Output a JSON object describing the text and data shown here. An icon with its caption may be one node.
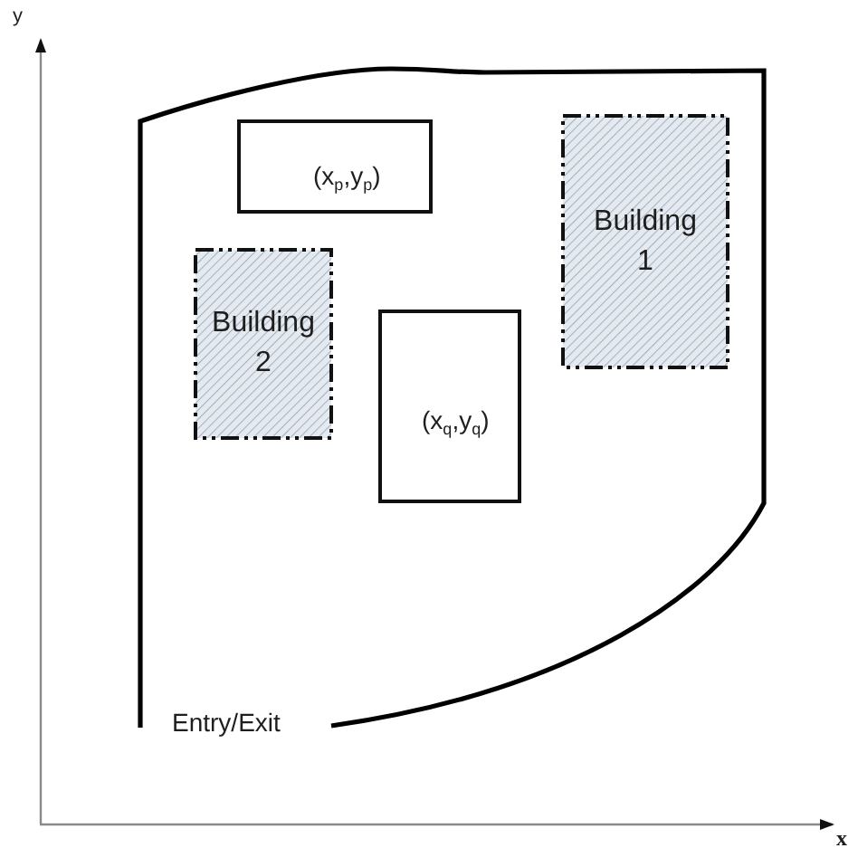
{
  "diagram": {
    "nodes": [
      {
        "text": [
          "Entry/Exit"
        ]
      },
      {
        "text": [
          "(x$_{p}$,y$_{p}$)"
        ],
        "in": 0
      },
      {
        "text": [
          "Building 1"
        ],
        "in": 0
      },
      {
        "text": [
          "Building 2"
        ],
        "in": 0
      },
      {
        "text": [
          "(x$_{q}$,y$_{q}$)"
        ],
        "in": 0
      }
    ],
    "labels": [
      "y",
      "x"
    ]
  }
}
